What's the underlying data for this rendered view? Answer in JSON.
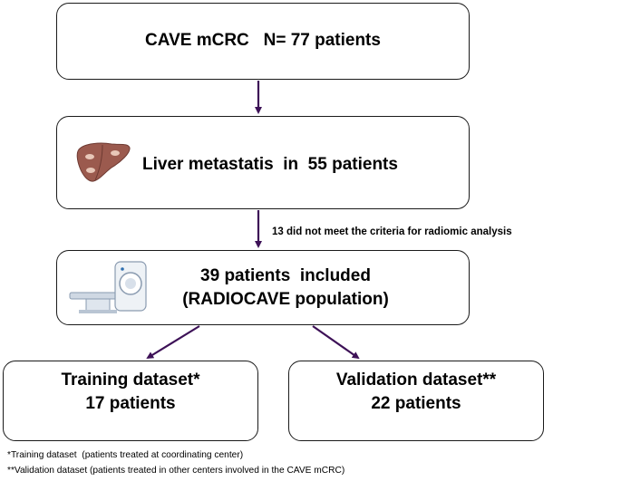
{
  "colors": {
    "arrow": "#3d1157",
    "border": "#1a1a1a",
    "liver": "#9b5a4e",
    "liver_spot": "#e8c7b8"
  },
  "boxes": {
    "cohort": {
      "label": "CAVE mCRC   N= 77 patients"
    },
    "liver": {
      "label": "Liver metastatis  in  55 patients",
      "icon": "liver-icon"
    },
    "included": {
      "line1": "39 patients  included",
      "line2": "(RADIOCAVE population)",
      "icon": "ct-scanner-icon"
    },
    "training": {
      "line1": "Training dataset*",
      "line2": "17 patients"
    },
    "validation": {
      "line1": "Validation dataset**",
      "line2": "22 patients"
    }
  },
  "exclusion_note": "13 did not meet the criteria for radiomic analysis",
  "footnotes": {
    "training": "*Training dataset  (patients treated at coordinating center)",
    "validation": "**Validation dataset (patients treated in other centers involved in the CAVE mCRC)"
  }
}
